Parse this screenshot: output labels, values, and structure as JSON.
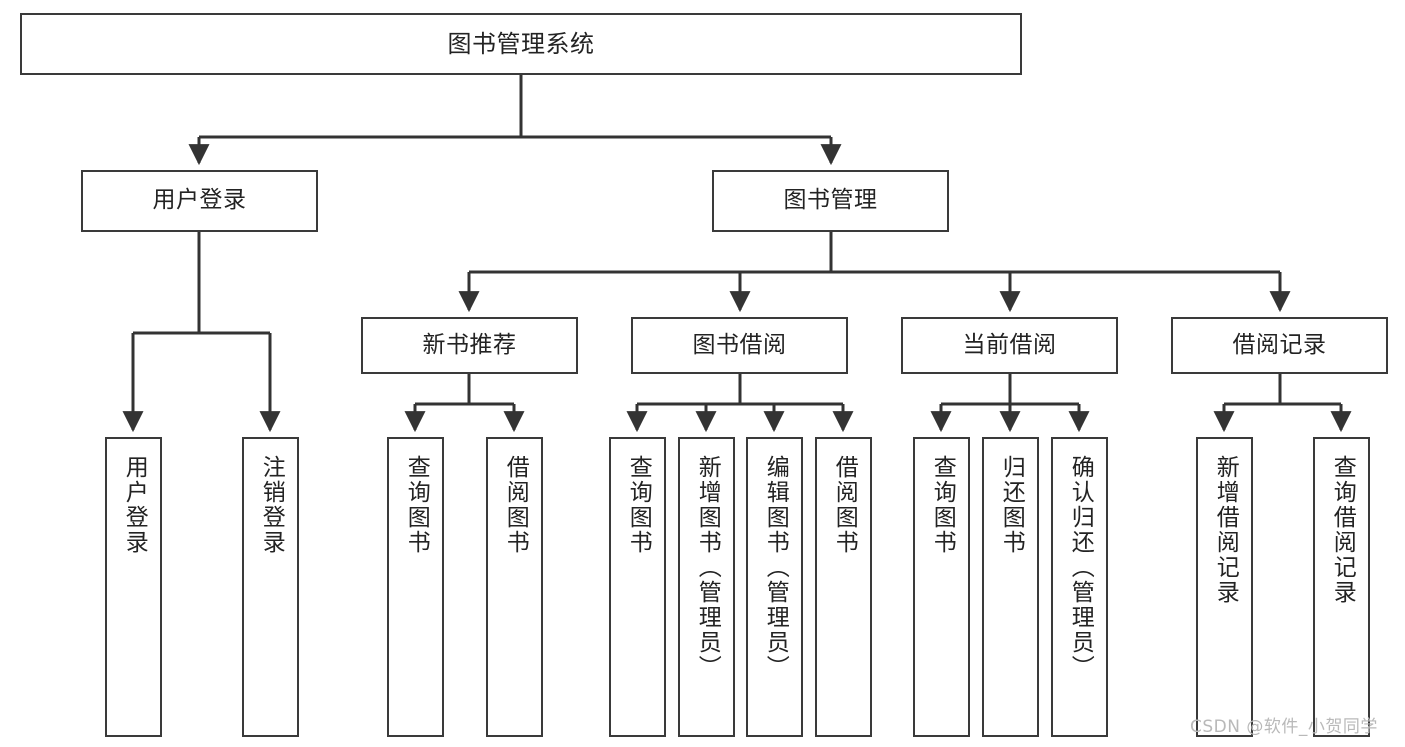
{
  "diagram": {
    "title": "图书管理系统",
    "type": "tree",
    "watermark": "CSDN @软件_小贺同学",
    "colors": {
      "border": "#3a3a3a",
      "text": "#232323",
      "background": "#ffffff",
      "connector": "#333333",
      "watermark": "#b9b9b9"
    }
  },
  "nodes": {
    "root": {
      "label": "图书管理系统"
    },
    "level2": [
      {
        "id": "user-login",
        "label": "用户登录"
      },
      {
        "id": "book-manage",
        "label": "图书管理"
      }
    ],
    "level3": [
      {
        "id": "new-book-rec",
        "label": "新书推荐"
      },
      {
        "id": "book-borrow",
        "label": "图书借阅"
      },
      {
        "id": "current-borrow",
        "label": "当前借阅"
      },
      {
        "id": "borrow-record",
        "label": "借阅记录"
      }
    ],
    "leaves": {
      "user-login": [
        {
          "id": "leaf-user-login",
          "label": "用户登录"
        },
        {
          "id": "leaf-logout",
          "label": "注销登录"
        }
      ],
      "new-book-rec": [
        {
          "id": "leaf-query-book-1",
          "label": "查询图书"
        },
        {
          "id": "leaf-borrow-book-1",
          "label": "借阅图书"
        }
      ],
      "book-borrow": [
        {
          "id": "leaf-query-book-2",
          "label": "查询图书"
        },
        {
          "id": "leaf-add-book",
          "label": "新增图书（管理员）"
        },
        {
          "id": "leaf-edit-book",
          "label": "编辑图书（管理员）"
        },
        {
          "id": "leaf-borrow-book-2",
          "label": "借阅图书"
        }
      ],
      "current-borrow": [
        {
          "id": "leaf-query-book-3",
          "label": "查询图书"
        },
        {
          "id": "leaf-return-book",
          "label": "归还图书"
        },
        {
          "id": "leaf-confirm-return",
          "label": "确认归还（管理员）"
        }
      ],
      "borrow-record": [
        {
          "id": "leaf-add-record",
          "label": "新增借阅记录"
        },
        {
          "id": "leaf-query-record",
          "label": "查询借阅记录"
        }
      ]
    }
  }
}
